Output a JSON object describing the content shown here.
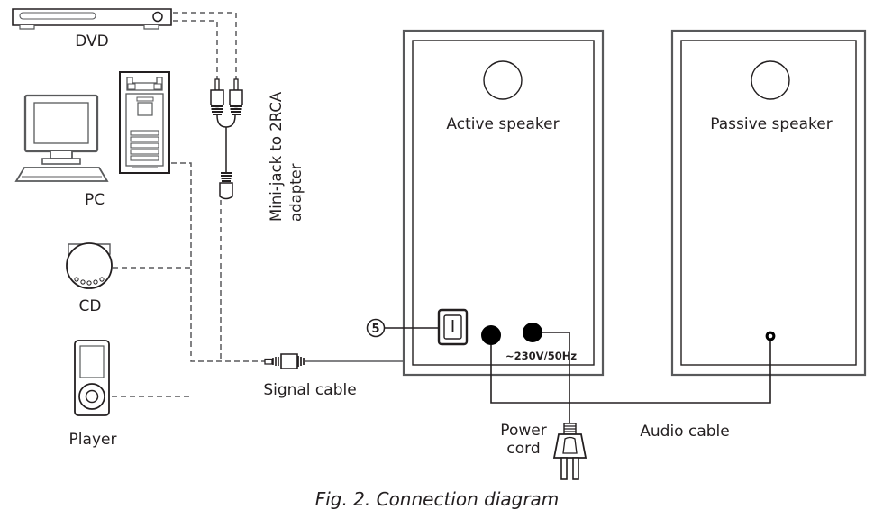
{
  "figure": {
    "caption": "Fig. 2. Connection diagram"
  },
  "sources": {
    "dvd_label": "DVD",
    "pc_label": "PC",
    "cd_label": "CD",
    "player_label": "Player"
  },
  "adapter": {
    "label_line1": "Mini-jack to 2RCA",
    "label_line2": "adapter"
  },
  "cables": {
    "signal_label": "Signal cable",
    "power_label_line1": "Power",
    "power_label_line2": "cord",
    "audio_label": "Audio cable"
  },
  "speakers": {
    "active_label": "Active speaker",
    "passive_label": "Passive speaker"
  },
  "panel": {
    "mains_rating": "~230V/50Hz",
    "switch_marking": "I",
    "callout_number": "5"
  },
  "colors": {
    "line": "#231f20",
    "device_outline": "#58595b",
    "text": "#231f20",
    "terminal_fill": "#000000",
    "background": "#ffffff"
  }
}
